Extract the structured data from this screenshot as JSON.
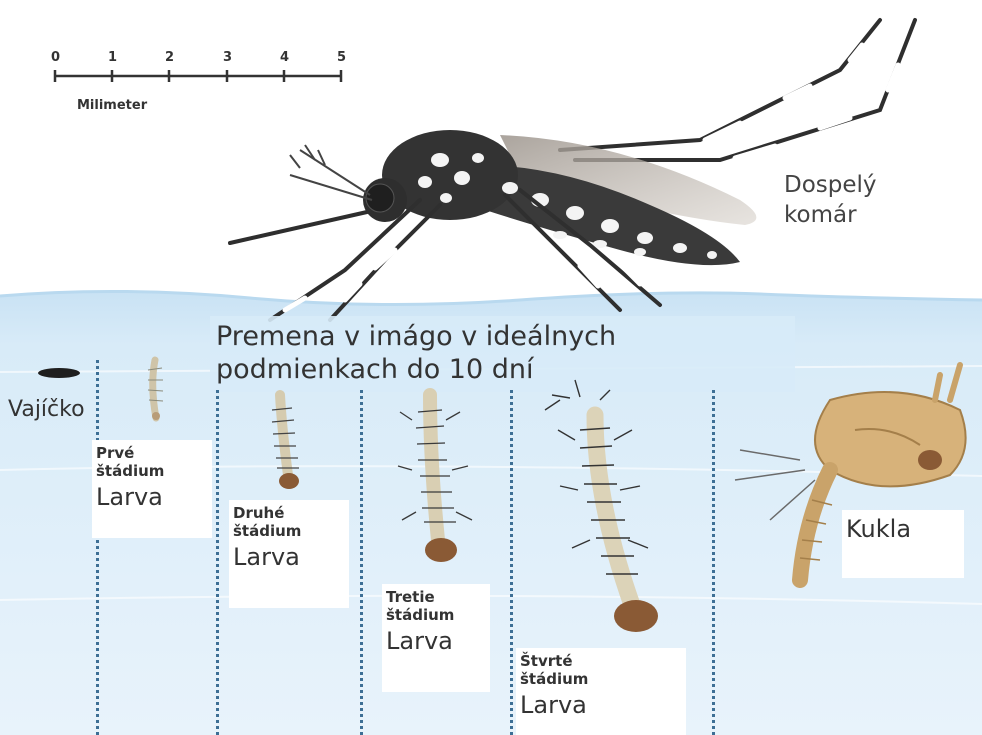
{
  "scale": {
    "ticks": [
      "0",
      "1",
      "2",
      "3",
      "4",
      "5"
    ],
    "unit_label": "Milimeter"
  },
  "adult": {
    "label_line1": "Dospelý",
    "label_line2": "komár"
  },
  "banner": {
    "line1": "Premena v imágo v ideálnych",
    "line2": "podmienkach do 10 dní"
  },
  "stages": {
    "egg": "Vajíčko",
    "first": {
      "order": "Prvé",
      "stage": "štádium",
      "name": "Larva"
    },
    "second": {
      "order": "Druhé",
      "stage": "štádium",
      "name": "Larva"
    },
    "third": {
      "order": "Tretie",
      "stage": "štádium",
      "name": "Larva"
    },
    "fourth": {
      "order": "Štvrté",
      "stage": "štádium",
      "name": "Larva"
    },
    "pupa": "Kukla"
  },
  "colors": {
    "water_top": "#cfe6f6",
    "water_bottom": "#e4f1fa",
    "mosquito_body": "#3b3b3b",
    "larva_body": "#d9cfb3",
    "larva_tail": "#8a5a35",
    "pupa_body": "#d7b27a",
    "dotted_line": "#3d6f95"
  }
}
